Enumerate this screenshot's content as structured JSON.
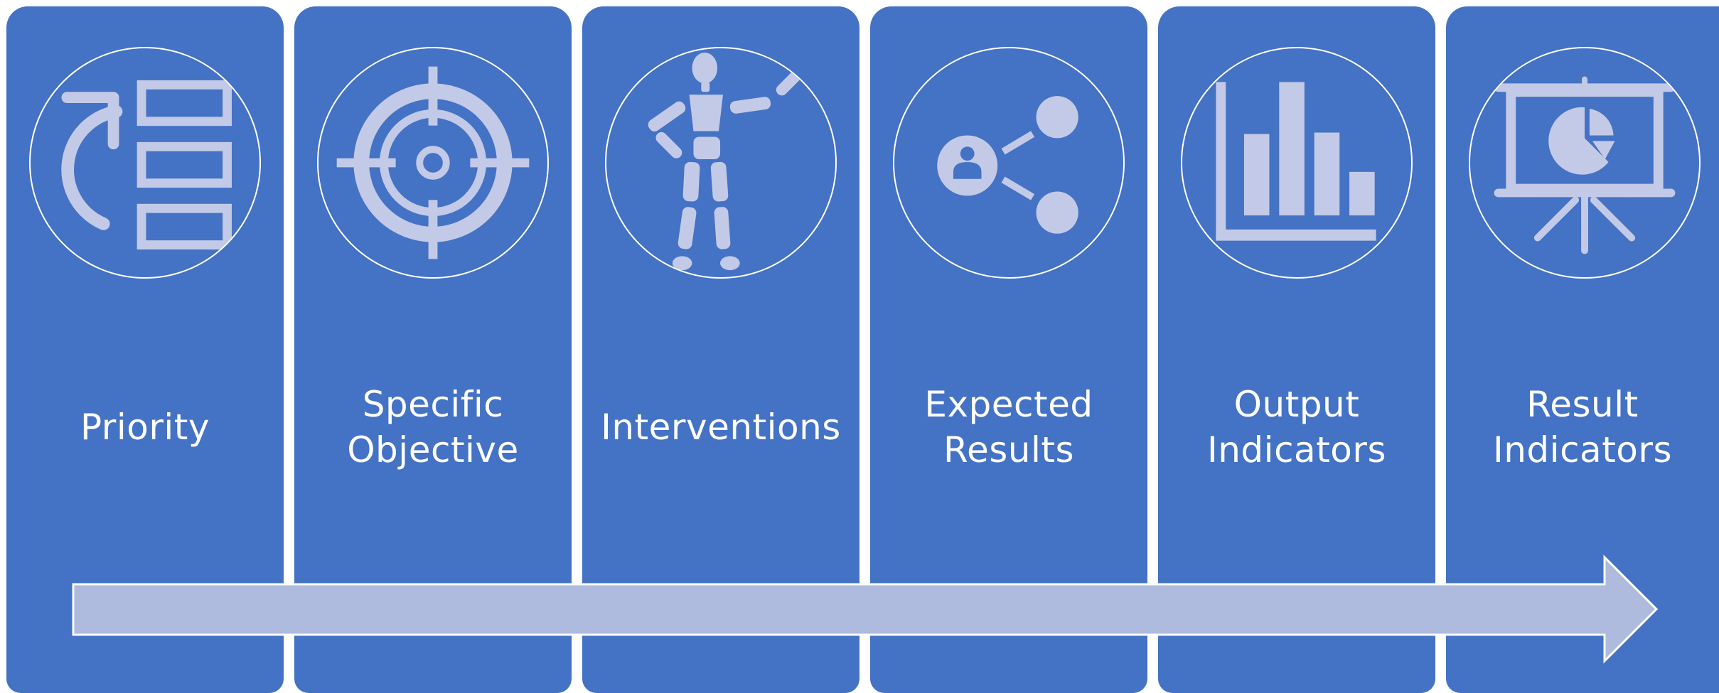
{
  "steps": [
    {
      "label": "Priority",
      "icon": "priority-list-icon"
    },
    {
      "label": "Specific\nObjective",
      "icon": "target-icon"
    },
    {
      "label": "Interventions",
      "icon": "figure-icon"
    },
    {
      "label": "Expected\nResults",
      "icon": "network-icon"
    },
    {
      "label": "Output\nIndicators",
      "icon": "bar-chart-icon"
    },
    {
      "label": "Result\nIndicators",
      "icon": "presentation-icon"
    }
  ],
  "colors": {
    "column": "#4472C4",
    "icon": "#C3CAE7",
    "arrow": "#AEBBDE",
    "text": "#FFFFFF"
  }
}
